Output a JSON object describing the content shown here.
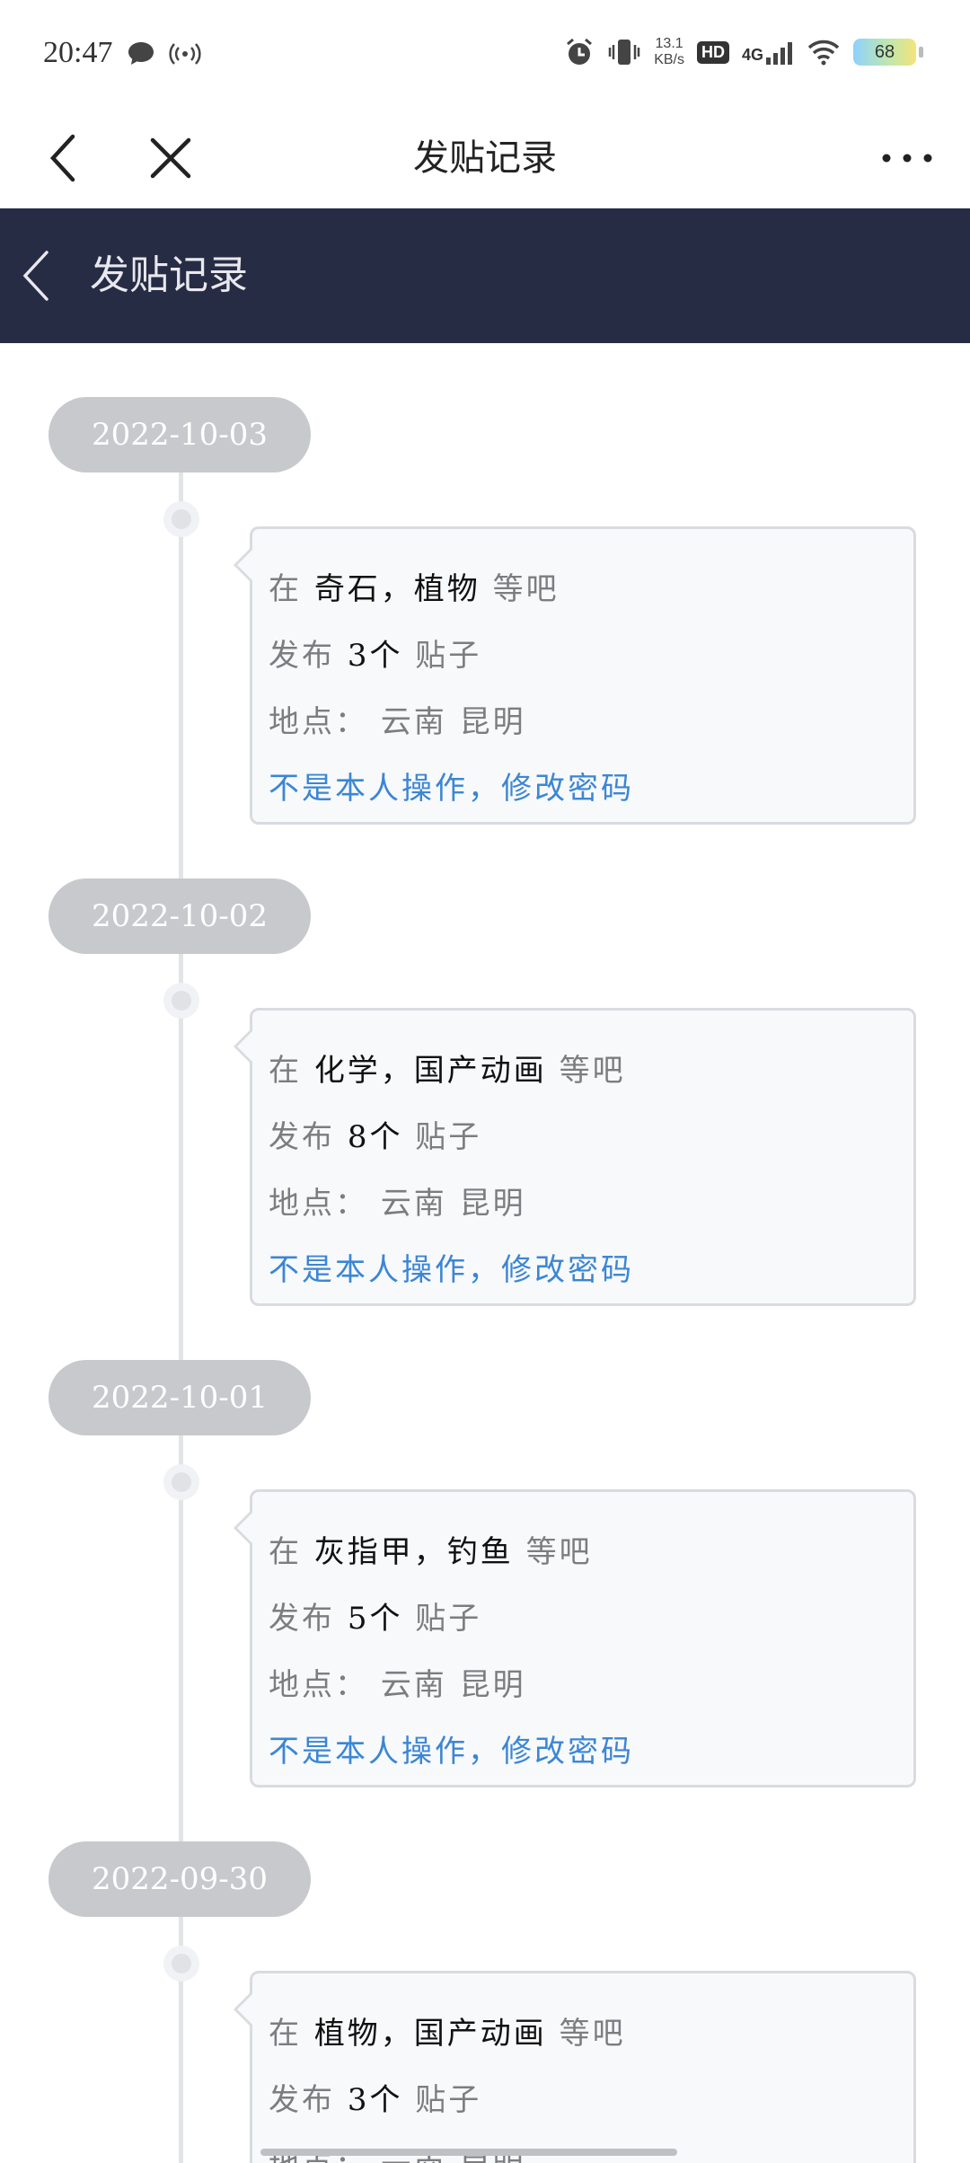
{
  "status_bar": {
    "time": "20:47",
    "speed_top": "13.1",
    "speed_bottom": "KB/s",
    "hd": "HD",
    "network": "4G",
    "battery": "68"
  },
  "nav": {
    "title": "发贴记录"
  },
  "header": {
    "title": "发贴记录"
  },
  "labels": {
    "in": "在",
    "forum_suffix": "等吧",
    "publish": "发布",
    "posts_suffix": "贴子",
    "location_label": "地点：",
    "not_me_link": "不是本人操作，修改密码"
  },
  "records": [
    {
      "date": "2022-10-03",
      "forums": "奇石，植物",
      "count": "3个",
      "location": "云南 昆明"
    },
    {
      "date": "2022-10-02",
      "forums": "化学，国产动画",
      "count": "8个",
      "location": "云南 昆明"
    },
    {
      "date": "2022-10-01",
      "forums": "灰指甲，钓鱼",
      "count": "5个",
      "location": "云南 昆明"
    },
    {
      "date": "2022-09-30",
      "forums": "植物，国产动画",
      "count": "3个",
      "location": "云南 昆明"
    }
  ]
}
